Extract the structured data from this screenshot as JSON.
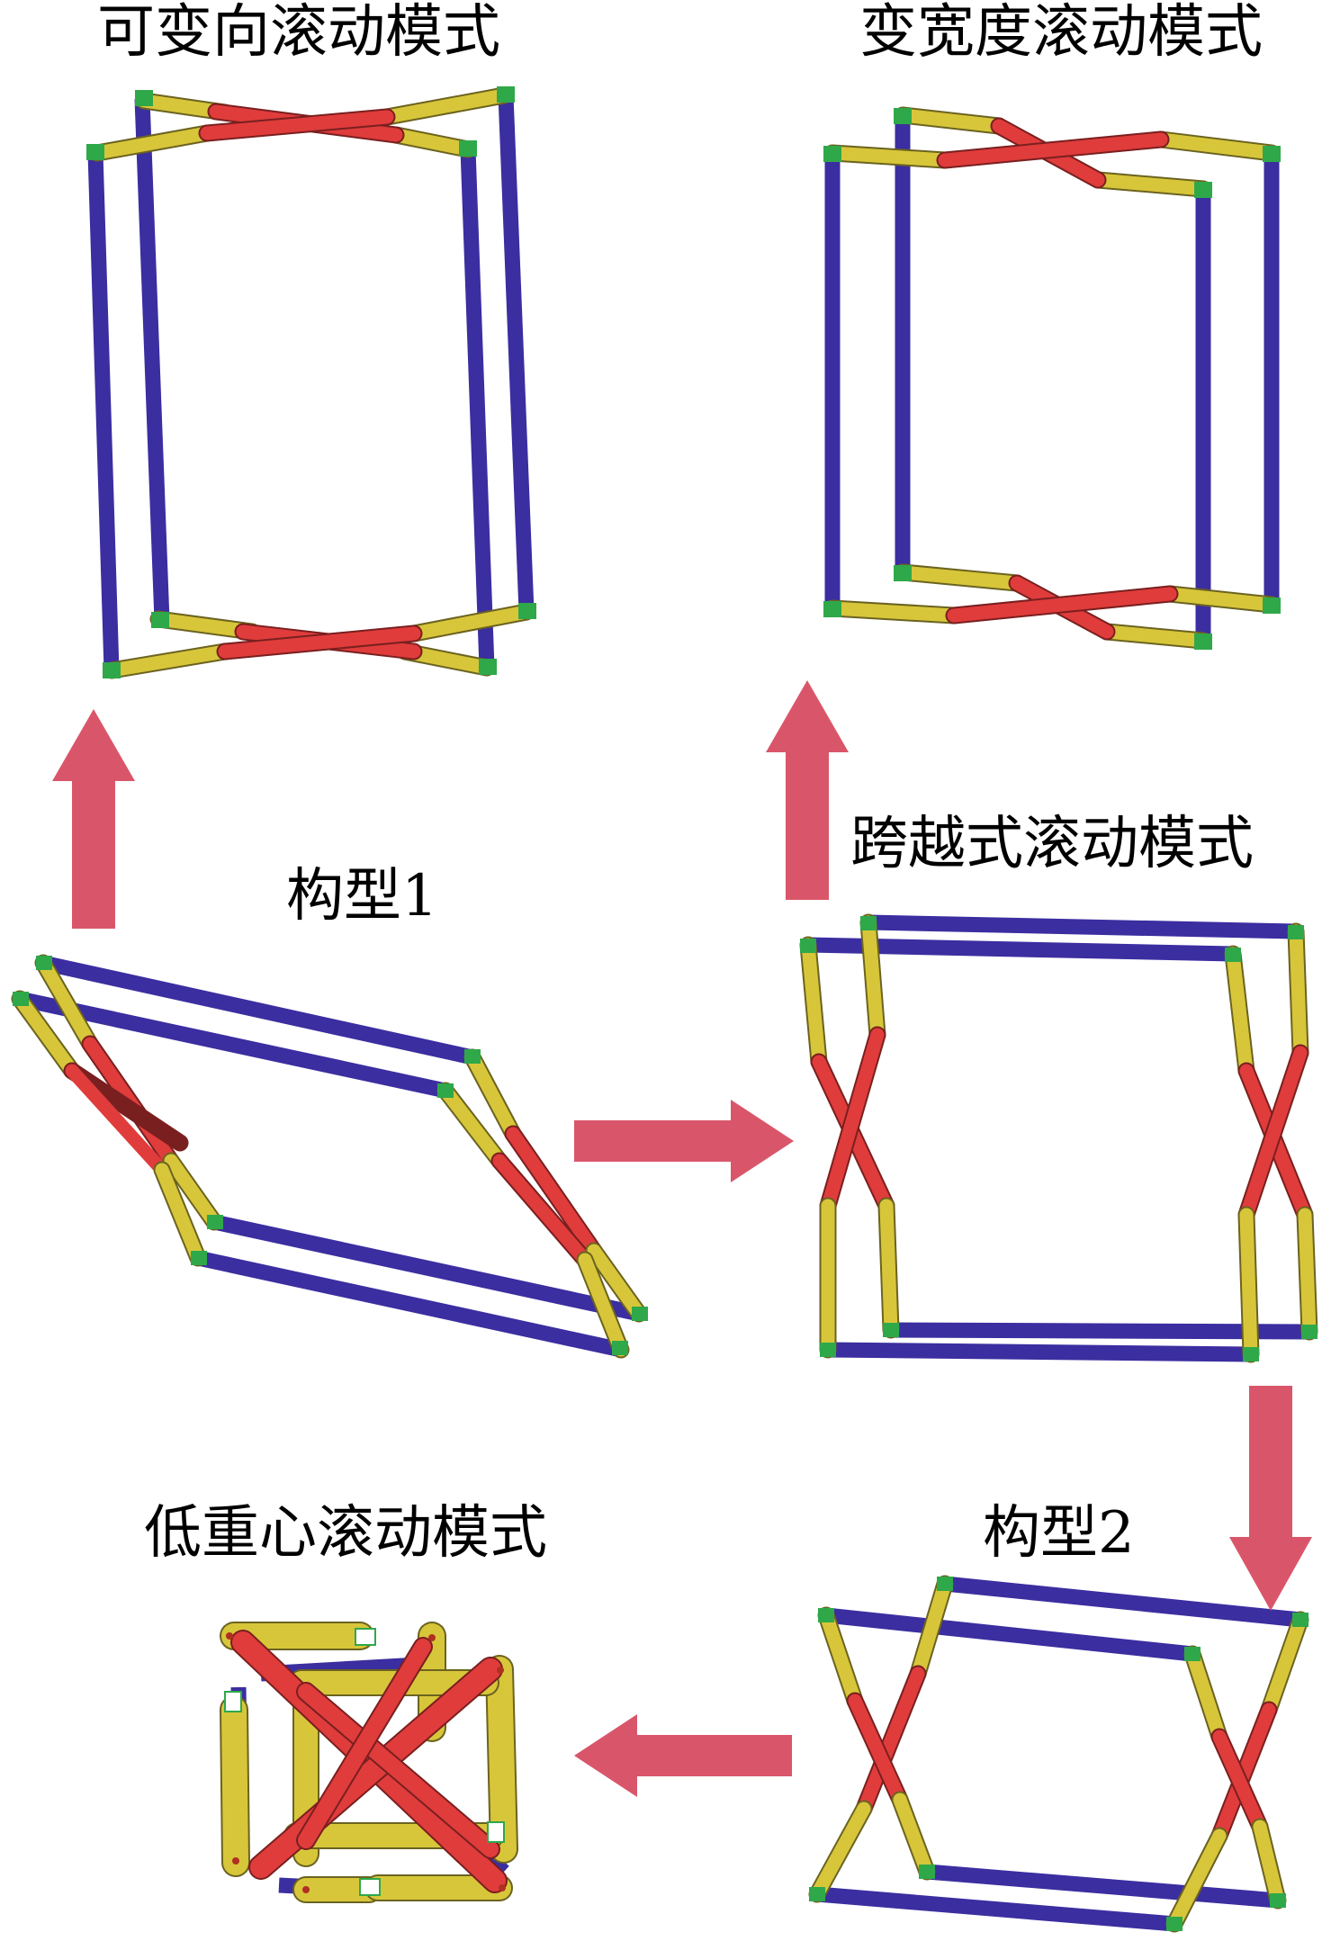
{
  "labels": {
    "variable_direction_mode": "可变向滚动模式",
    "variable_width_mode": "变宽度滚动模式",
    "config_1": "构型1",
    "crossing_mode": "跨越式滚动模式",
    "low_cog_mode": "低重心滚动模式",
    "config_2": "构型2"
  },
  "colors": {
    "frame": "#3b2ea0",
    "link_yellow": "#d8c63a",
    "link_red": "#e03c3c",
    "joint_green": "#2fa84a",
    "arrow": "#d9566a"
  },
  "icons": {
    "arrow": "block-arrow"
  }
}
